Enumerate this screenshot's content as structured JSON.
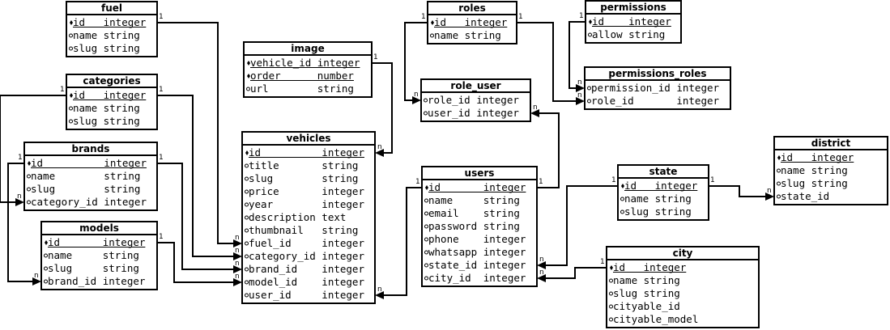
{
  "entities": [
    {
      "id": "fuel",
      "name": "fuel",
      "fields": [
        {
          "name": "id",
          "type": "integer",
          "key": "pk"
        },
        {
          "name": "name",
          "type": "string",
          "key": ""
        },
        {
          "name": "slug",
          "type": "string",
          "key": ""
        }
      ]
    },
    {
      "id": "categories",
      "name": "categories",
      "fields": [
        {
          "name": "id",
          "type": "integer",
          "key": "pk"
        },
        {
          "name": "name",
          "type": "string",
          "key": ""
        },
        {
          "name": "slug",
          "type": "string",
          "key": ""
        }
      ]
    },
    {
      "id": "brands",
      "name": "brands",
      "fields": [
        {
          "name": "id",
          "type": "integer",
          "key": "pk"
        },
        {
          "name": "name",
          "type": "string",
          "key": ""
        },
        {
          "name": "slug",
          "type": "string",
          "key": ""
        },
        {
          "name": "category_id",
          "type": "integer",
          "key": "fk"
        }
      ]
    },
    {
      "id": "models",
      "name": "models",
      "fields": [
        {
          "name": "id",
          "type": "integer",
          "key": "pk"
        },
        {
          "name": "name",
          "type": "string",
          "key": ""
        },
        {
          "name": "slug",
          "type": "string",
          "key": ""
        },
        {
          "name": "brand_id",
          "type": "integer",
          "key": "fk"
        }
      ]
    },
    {
      "id": "image",
      "name": "image",
      "fields": [
        {
          "name": "vehicle_id",
          "type": "integer",
          "key": "pk"
        },
        {
          "name": "order",
          "type": "number",
          "key": "pk"
        },
        {
          "name": "url",
          "type": "string",
          "key": ""
        }
      ]
    },
    {
      "id": "vehicles",
      "name": "vehicles",
      "fields": [
        {
          "name": "id",
          "type": "integer",
          "key": "pk"
        },
        {
          "name": "title",
          "type": "string",
          "key": ""
        },
        {
          "name": "slug",
          "type": "string",
          "key": ""
        },
        {
          "name": "price",
          "type": "integer",
          "key": ""
        },
        {
          "name": "year",
          "type": "integer",
          "key": ""
        },
        {
          "name": "description",
          "type": "text",
          "key": ""
        },
        {
          "name": "thumbnail",
          "type": "string",
          "key": ""
        },
        {
          "name": "fuel_id",
          "type": "integer",
          "key": "fk"
        },
        {
          "name": "category_id",
          "type": "integer",
          "key": "fk"
        },
        {
          "name": "brand_id",
          "type": "integer",
          "key": "fk"
        },
        {
          "name": "model_id",
          "type": "integer",
          "key": "fk"
        },
        {
          "name": "user_id",
          "type": "integer",
          "key": "fk"
        }
      ]
    },
    {
      "id": "roles",
      "name": "roles",
      "fields": [
        {
          "name": "id",
          "type": "integer",
          "key": "pk"
        },
        {
          "name": "name",
          "type": "string",
          "key": ""
        }
      ]
    },
    {
      "id": "role_user",
      "name": "role_user",
      "fields": [
        {
          "name": "role_id",
          "type": "integer",
          "key": "fk"
        },
        {
          "name": "user_id",
          "type": "integer",
          "key": "fk"
        }
      ]
    },
    {
      "id": "permissions",
      "name": "permissions",
      "fields": [
        {
          "name": "id",
          "type": "integer",
          "key": "pk"
        },
        {
          "name": "allow",
          "type": "string",
          "key": ""
        }
      ]
    },
    {
      "id": "permissions_roles",
      "name": "permissions_roles",
      "fields": [
        {
          "name": "permission_id",
          "type": "integer",
          "key": "fk"
        },
        {
          "name": "role_id",
          "type": "integer",
          "key": "fk"
        }
      ]
    },
    {
      "id": "users",
      "name": "users",
      "fields": [
        {
          "name": "id",
          "type": "integer",
          "key": "pk"
        },
        {
          "name": "name",
          "type": "string",
          "key": ""
        },
        {
          "name": "email",
          "type": "string",
          "key": ""
        },
        {
          "name": "password",
          "type": "string",
          "key": ""
        },
        {
          "name": "phone",
          "type": "integer",
          "key": ""
        },
        {
          "name": "whatsapp",
          "type": "integer",
          "key": ""
        },
        {
          "name": "state_id",
          "type": "integer",
          "key": "fk"
        },
        {
          "name": "city_id",
          "type": "integer",
          "key": "fk"
        }
      ]
    },
    {
      "id": "state",
      "name": "state",
      "fields": [
        {
          "name": "id",
          "type": "integer",
          "key": "pk"
        },
        {
          "name": "name",
          "type": "string",
          "key": ""
        },
        {
          "name": "slug",
          "type": "string",
          "key": ""
        }
      ]
    },
    {
      "id": "district",
      "name": "district",
      "fields": [
        {
          "name": "id",
          "type": "integer",
          "key": "pk"
        },
        {
          "name": "name",
          "type": "string",
          "key": ""
        },
        {
          "name": "slug",
          "type": "string",
          "key": ""
        },
        {
          "name": "state_id",
          "type": "",
          "key": "fk"
        }
      ]
    },
    {
      "id": "city",
      "name": "city",
      "fields": [
        {
          "name": "id",
          "type": "integer",
          "key": "pk"
        },
        {
          "name": "name",
          "type": "string",
          "key": ""
        },
        {
          "name": "slug",
          "type": "string",
          "key": ""
        },
        {
          "name": "cityable_id",
          "type": "",
          "key": "fk"
        },
        {
          "name": "cityable_model",
          "type": "",
          "key": "fk"
        }
      ]
    }
  ],
  "relations": [
    {
      "id": "fuel-vehicles",
      "from": "fuel.id",
      "to": "vehicles.fuel_id",
      "from_card": "1",
      "to_card": "n"
    },
    {
      "id": "categories-vehicles",
      "from": "categories.id",
      "to": "vehicles.category_id",
      "from_card": "1",
      "to_card": "n"
    },
    {
      "id": "categories-brands",
      "from": "categories.id",
      "to": "brands.category_id",
      "from_card": "1",
      "to_card": "n"
    },
    {
      "id": "brands-vehicles",
      "from": "brands.id",
      "to": "vehicles.brand_id",
      "from_card": "1",
      "to_card": "n"
    },
    {
      "id": "brands-models",
      "from": "brands.id",
      "to": "models.brand_id",
      "from_card": "1",
      "to_card": "n"
    },
    {
      "id": "models-vehicles",
      "from": "models.id",
      "to": "vehicles.model_id",
      "from_card": "1",
      "to_card": "n"
    },
    {
      "id": "image-vehicles",
      "from": "image.vehicle_id",
      "to": "vehicles.id",
      "from_card": "1",
      "to_card": "n"
    },
    {
      "id": "users-vehicles",
      "from": "users.id",
      "to": "vehicles.user_id",
      "from_card": "1",
      "to_card": "n"
    },
    {
      "id": "roles-role_user",
      "from": "roles.id",
      "to": "role_user.role_id",
      "from_card": "1",
      "to_card": "n"
    },
    {
      "id": "users-role_user",
      "from": "users.id",
      "to": "role_user.user_id",
      "from_card": "1",
      "to_card": "n"
    },
    {
      "id": "roles-permissions_roles",
      "from": "roles.id",
      "to": "permissions_roles.role_id",
      "from_card": "1",
      "to_card": "n"
    },
    {
      "id": "permissions-permissions_roles",
      "from": "permissions.id",
      "to": "permissions_roles.permission_id",
      "from_card": "1",
      "to_card": "n"
    },
    {
      "id": "state-users",
      "from": "state.id",
      "to": "users.state_id",
      "from_card": "1",
      "to_card": "n"
    },
    {
      "id": "state-district",
      "from": "state.id",
      "to": "district.state_id",
      "from_card": "1",
      "to_card": "n"
    },
    {
      "id": "city-users",
      "from": "city.id",
      "to": "users.city_id",
      "from_card": "1",
      "to_card": "n"
    }
  ]
}
